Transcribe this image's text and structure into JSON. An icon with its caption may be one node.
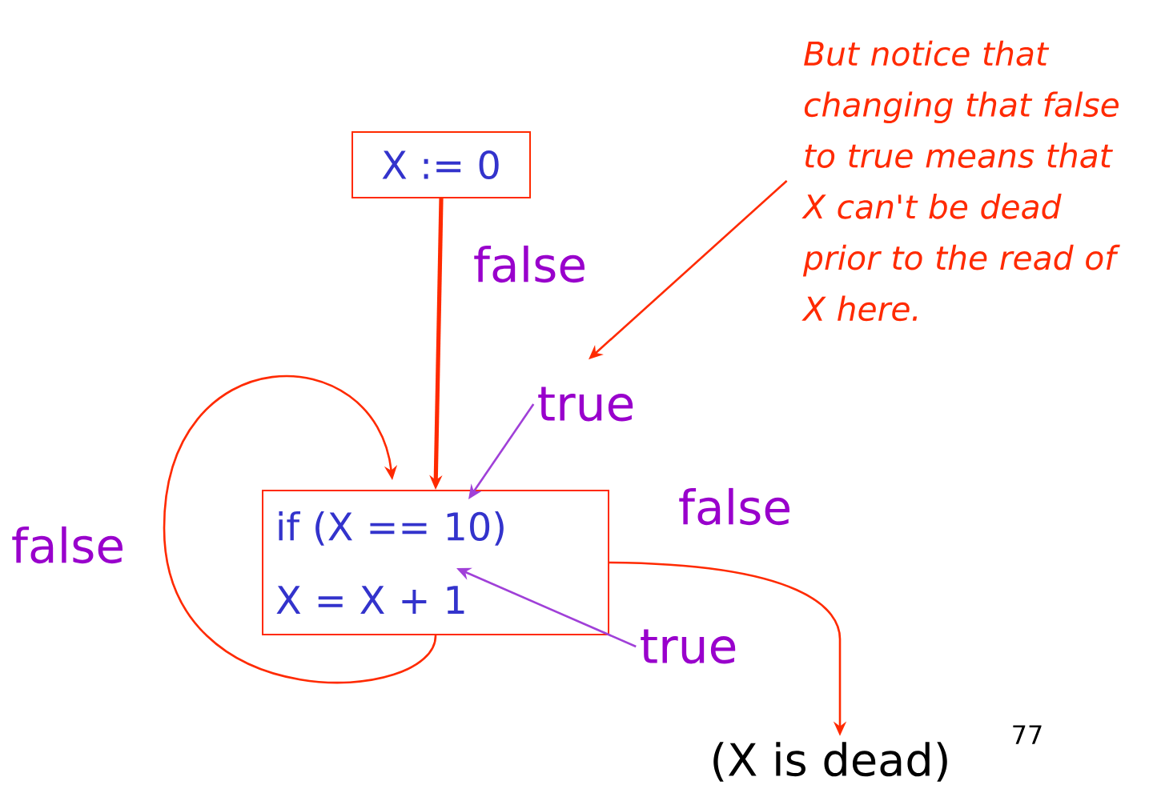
{
  "diagram": {
    "nodes": [
      {
        "text": [
          "X := 0"
        ]
      },
      {
        "text": [
          "if (X == 10)",
          "X = X + 1"
        ]
      },
      {
        "text": [
          "(X is dead)"
        ]
      },
      {
        "text": [
          "true"
        ]
      },
      {
        "text": [
          "true"
        ]
      },
      {
        "text": [
          "But notice that changing that false to true means that X can't be dead prior to the read of X here."
        ]
      }
    ],
    "edges": [
      {
        "from": 0,
        "to": 1,
        "arrow": "to",
        "style": "thick",
        "label": "false"
      },
      {
        "from": 1,
        "to": 1,
        "arrow": "to",
        "label": "false"
      },
      {
        "from": 1,
        "to": 2,
        "arrow": "to",
        "label": "false"
      },
      {
        "from": 3,
        "to": 1,
        "arrow": "to",
        "color": "#a040d8"
      },
      {
        "from": 4,
        "to": 1,
        "arrow": "to",
        "color": "#a040d8"
      },
      {
        "from": 5,
        "to": 3,
        "arrow": "to"
      }
    ],
    "labels": [
      "77"
    ]
  }
}
